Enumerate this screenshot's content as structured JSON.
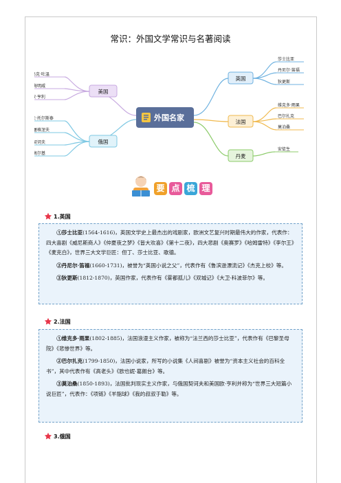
{
  "title": "常识：外国文学常识与名著阅读",
  "mindmap": {
    "center": "外国名家",
    "branches": {
      "meiguo": {
        "label": "美国",
        "items": [
          "马克·吐温",
          "海明威",
          "欧·亨利"
        ]
      },
      "eguo": {
        "label": "俄国",
        "items": [
          "列夫·托尔斯泰",
          "屠格涅夫",
          "契诃夫",
          "高尔基"
        ]
      },
      "yingguo": {
        "label": "英国",
        "items": [
          "莎士比亚",
          "丹尼尔·笛福",
          "狄更斯"
        ]
      },
      "faguo": {
        "label": "法国",
        "items": [
          "维克多·雨果",
          "巴尔扎克",
          "莫泊桑"
        ]
      },
      "danmai": {
        "label": "丹麦",
        "items": [
          "安徒生"
        ]
      }
    }
  },
  "badge": {
    "chars": [
      "要",
      "点",
      "梳",
      "理"
    ],
    "colors": [
      "#f0a12a",
      "#e85a9a",
      "#3aa6d8",
      "#e85a9a"
    ]
  },
  "sections": [
    {
      "heading": "1.英国",
      "paras": [
        {
          "name": "①莎士比亚",
          "text": "(1564-1616)，英国文学史上最杰出的戏剧家，欧洲文艺复兴时期最伟大的作家，代表作：四大喜剧《威尼斯商人》《仲夏夜之梦》《皆大欢喜》《第十二夜》，四大悲剧《奥赛罗》《哈姆雷特》《李尔王》《麦克白》，世界三大文学巨匠：但丁、莎士比亚、歌德。"
        },
        {
          "name": "②丹尼尔·笛福",
          "text": "(1660-1731)，被誉为“英国小说之父”，代表作有《鲁滨逊漂流记》《杰克上校》等。"
        },
        {
          "name": "③狄更斯",
          "text": "(1812-1870)，英国作家，代表作有《雾都孤儿》《双城记》《大卫·科波菲尔》等。"
        }
      ]
    },
    {
      "heading": "2.法国",
      "paras": [
        {
          "name": "①维克多·雨果",
          "text": "(1802-1885)，法国浪漫主义作家，被称为“法兰西的莎士比亚”，代表作有《巴黎圣母院》《悲惨世界》等。"
        },
        {
          "name": "②巴尔扎克",
          "text": "(1799-1850)，法国小说家，所写的小说集《人间喜剧》被誉为“资本主义社会的百科全书”，其中代表作有《高老头》《欧也妮·葛朗台》等。"
        },
        {
          "name": "③莫泊桑",
          "text": "(1850-1893)，法国批判现实主义作家，与俄国契诃夫和美国欧·亨利并称为“世界三大短篇小说巨匠”，代表作：《项链》《羊脂球》《我的叔叔于勒》等。"
        }
      ]
    },
    {
      "heading": "3.俄国",
      "paras": []
    }
  ]
}
